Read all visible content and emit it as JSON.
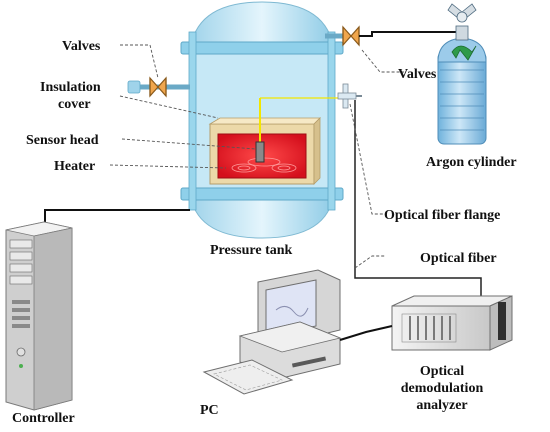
{
  "labels": {
    "valves_left": "Valves",
    "insulation_line1": "Insulation",
    "insulation_line2": "cover",
    "sensor_head": "Sensor head",
    "heater": "Heater",
    "pressure_tank": "Pressure tank",
    "valves_right": "Valves",
    "argon_cylinder": "Argon cylinder",
    "optical_fiber_flange": "Optical fiber flange",
    "optical_fiber": "Optical fiber",
    "controller": "Controller",
    "pc": "PC",
    "analyzer_line1": "Optical",
    "analyzer_line2": "demodulation",
    "analyzer_line3": "analyzer"
  },
  "icons": {
    "tank": "pressure-tank-icon",
    "cylinder": "argon-cylinder-icon",
    "controller": "tower-computer-icon",
    "pc": "desktop-pc-icon",
    "analyzer": "analyzer-box-icon",
    "valve": "valve-icon",
    "flange": "fiber-flange-icon"
  },
  "colors": {
    "tank_fill": "#bfe4f5",
    "tank_band": "#8fd0ea",
    "heater": "#e8202a",
    "insulation": "#ecd9a9",
    "cylinder": "#8fc3e6",
    "valve": "#f0a64d",
    "sensor_fiber": "#f3e600",
    "device": "#e4e4e4"
  }
}
